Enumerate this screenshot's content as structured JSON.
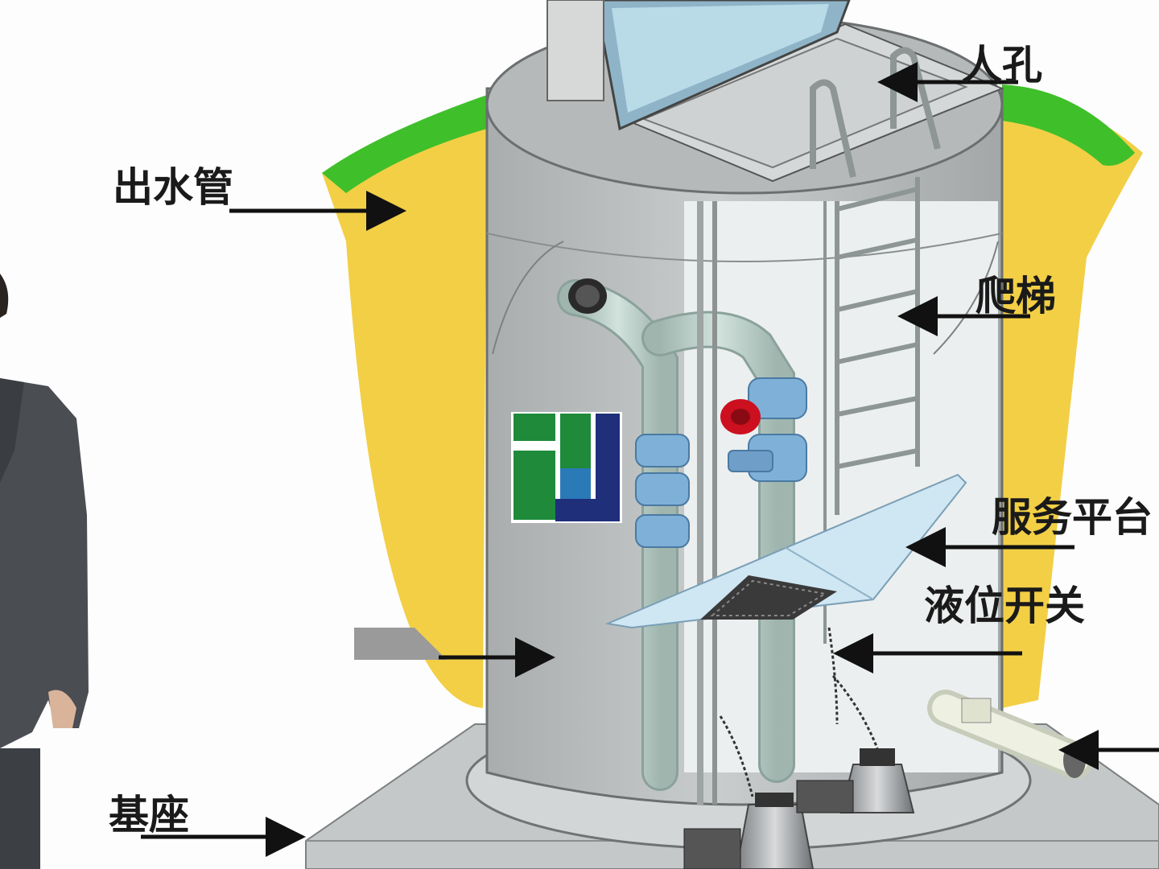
{
  "labels": {
    "outlet_pipe": "出水管",
    "manhole": "人孔",
    "ladder": "爬梯",
    "service_platform": "服务平台",
    "level_switch": "液位开关",
    "base": "基座"
  },
  "colors": {
    "soil": "#f2cf45",
    "grass": "#3fbf2a",
    "tank": "#b9bdbd",
    "pipe": "#b8cfc8",
    "coupling": "#7fb0d8",
    "platform": "#cfe6f3",
    "arrow": "#111111",
    "valve": "#cc1020"
  },
  "logo": {
    "colors": [
      "#1e8a3a",
      "#2a7ab8",
      "#1f2f7a"
    ]
  }
}
